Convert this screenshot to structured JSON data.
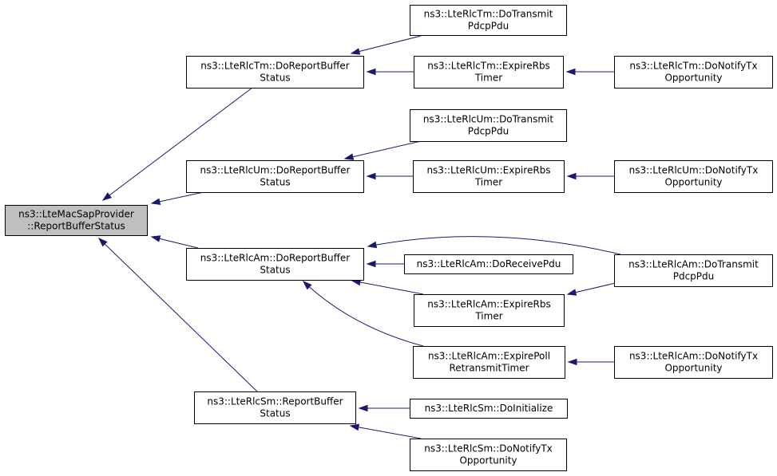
{
  "colors": {
    "edge": "#191970",
    "node_fill": "#ffffff",
    "root_fill": "#bfbfbf",
    "node_border": "#000000"
  },
  "nodes": [
    {
      "id": "root",
      "lines": [
        "ns3::LteMacSapProvider",
        "::ReportBufferStatus"
      ]
    },
    {
      "id": "tm_report",
      "lines": [
        "ns3::LteRlcTm::DoReportBuffer",
        "Status"
      ]
    },
    {
      "id": "um_report",
      "lines": [
        "ns3::LteRlcUm::DoReportBuffer",
        "Status"
      ]
    },
    {
      "id": "am_report",
      "lines": [
        "ns3::LteRlcAm::DoReportBuffer",
        "Status"
      ]
    },
    {
      "id": "sm_report",
      "lines": [
        "ns3::LteRlcSm::ReportBuffer",
        "Status"
      ]
    },
    {
      "id": "tm_transmit",
      "lines": [
        "ns3::LteRlcTm::DoTransmit",
        "PdcpPdu"
      ]
    },
    {
      "id": "tm_expire",
      "lines": [
        "ns3::LteRlcTm::ExpireRbs",
        "Timer"
      ]
    },
    {
      "id": "tm_notify",
      "lines": [
        "ns3::LteRlcTm::DoNotifyTx",
        "Opportunity"
      ]
    },
    {
      "id": "um_transmit",
      "lines": [
        "ns3::LteRlcUm::DoTransmit",
        "PdcpPdu"
      ]
    },
    {
      "id": "um_expire",
      "lines": [
        "ns3::LteRlcUm::ExpireRbs",
        "Timer"
      ]
    },
    {
      "id": "um_notify",
      "lines": [
        "ns3::LteRlcUm::DoNotifyTx",
        "Opportunity"
      ]
    },
    {
      "id": "am_receive",
      "lines": [
        "ns3::LteRlcAm::DoReceivePdu"
      ]
    },
    {
      "id": "am_transmit",
      "lines": [
        "ns3::LteRlcAm::DoTransmit",
        "PdcpPdu"
      ]
    },
    {
      "id": "am_expire_rbs",
      "lines": [
        "ns3::LteRlcAm::ExpireRbs",
        "Timer"
      ]
    },
    {
      "id": "am_expire_poll",
      "lines": [
        "ns3::LteRlcAm::ExpirePoll",
        "RetransmitTimer"
      ]
    },
    {
      "id": "am_notify",
      "lines": [
        "ns3::LteRlcAm::DoNotifyTx",
        "Opportunity"
      ]
    },
    {
      "id": "sm_init",
      "lines": [
        "ns3::LteRlcSm::DoInitialize"
      ]
    },
    {
      "id": "sm_notify",
      "lines": [
        "ns3::LteRlcSm::DoNotifyTx",
        "Opportunity"
      ]
    }
  ],
  "edges": [
    {
      "from": "tm_report",
      "to": "root"
    },
    {
      "from": "um_report",
      "to": "root"
    },
    {
      "from": "am_report",
      "to": "root"
    },
    {
      "from": "sm_report",
      "to": "root"
    },
    {
      "from": "tm_transmit",
      "to": "tm_report"
    },
    {
      "from": "tm_expire",
      "to": "tm_report"
    },
    {
      "from": "tm_notify",
      "to": "tm_expire"
    },
    {
      "from": "um_transmit",
      "to": "um_report"
    },
    {
      "from": "um_expire",
      "to": "um_report"
    },
    {
      "from": "um_notify",
      "to": "um_expire"
    },
    {
      "from": "am_transmit",
      "to": "am_report"
    },
    {
      "from": "am_receive",
      "to": "am_report"
    },
    {
      "from": "am_expire_rbs",
      "to": "am_report"
    },
    {
      "from": "am_expire_poll",
      "to": "am_report"
    },
    {
      "from": "am_transmit",
      "to": "am_expire_rbs"
    },
    {
      "from": "am_notify",
      "to": "am_expire_poll"
    },
    {
      "from": "sm_init",
      "to": "sm_report"
    },
    {
      "from": "sm_notify",
      "to": "sm_report"
    }
  ]
}
